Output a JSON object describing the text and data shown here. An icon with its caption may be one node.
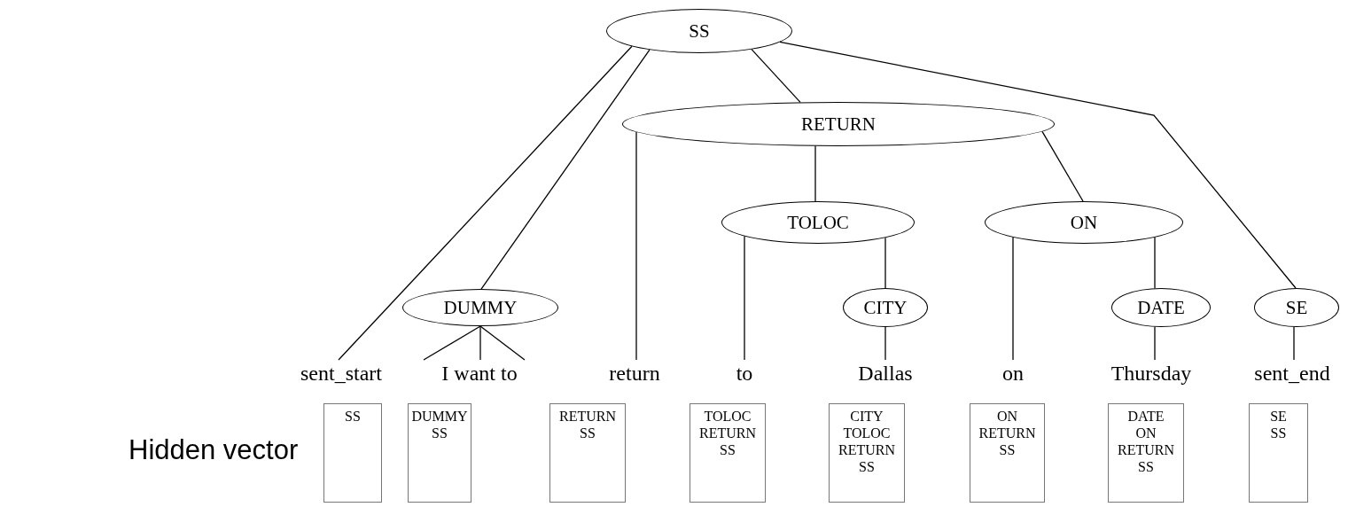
{
  "diagram": {
    "nodes": [
      {
        "text": [
          "SS"
        ]
      },
      {
        "text": [
          "RETURN"
        ]
      },
      {
        "text": [
          "TOLOC"
        ]
      },
      {
        "text": [
          "ON"
        ]
      },
      {
        "text": [
          "DUMMY"
        ]
      },
      {
        "text": [
          "CITY"
        ]
      },
      {
        "text": [
          "DATE"
        ]
      },
      {
        "text": [
          "SE"
        ]
      },
      {
        "text": [
          "sent_start"
        ]
      },
      {
        "text": [
          "I want to"
        ]
      },
      {
        "text": [
          "return"
        ]
      },
      {
        "text": [
          "to"
        ]
      },
      {
        "text": [
          "Dallas"
        ]
      },
      {
        "text": [
          "on"
        ]
      },
      {
        "text": [
          "Thursday"
        ]
      },
      {
        "text": [
          "sent_end"
        ]
      },
      {
        "text": [
          "SS"
        ]
      },
      {
        "text": [
          "DUMMY",
          "SS"
        ]
      },
      {
        "text": [
          "RETURN",
          "SS"
        ]
      },
      {
        "text": [
          "TOLOC",
          "RETURN",
          "SS"
        ]
      },
      {
        "text": [
          "CITY",
          "TOLOC",
          "RETURN",
          "SS"
        ]
      },
      {
        "text": [
          "ON",
          "RETURN",
          "SS"
        ]
      },
      {
        "text": [
          "DATE",
          "ON",
          "RETURN",
          "SS"
        ]
      },
      {
        "text": [
          "SE",
          "SS"
        ]
      }
    ],
    "edges": [
      {
        "from": 0,
        "to": 8,
        "arrow": "none"
      },
      {
        "from": 0,
        "to": 4,
        "arrow": "none"
      },
      {
        "from": 0,
        "to": 1,
        "arrow": "none"
      },
      {
        "from": 0,
        "to": 7,
        "arrow": "none"
      },
      {
        "from": 1,
        "to": 10,
        "arrow": "none"
      },
      {
        "from": 1,
        "to": 2,
        "arrow": "none"
      },
      {
        "from": 1,
        "to": 3,
        "arrow": "none"
      },
      {
        "from": 2,
        "to": 11,
        "arrow": "none"
      },
      {
        "from": 2,
        "to": 5,
        "arrow": "none"
      },
      {
        "from": 3,
        "to": 13,
        "arrow": "none"
      },
      {
        "from": 3,
        "to": 6,
        "arrow": "none"
      },
      {
        "from": 4,
        "to": 9,
        "arrow": "none"
      },
      {
        "from": 4,
        "to": 9,
        "arrow": "none"
      },
      {
        "from": 4,
        "to": 9,
        "arrow": "none"
      },
      {
        "from": 5,
        "to": 12,
        "arrow": "none"
      },
      {
        "from": 6,
        "to": 14,
        "arrow": "none"
      },
      {
        "from": 7,
        "to": 15,
        "arrow": "none"
      }
    ],
    "labels": [
      "Hidden vector"
    ]
  }
}
